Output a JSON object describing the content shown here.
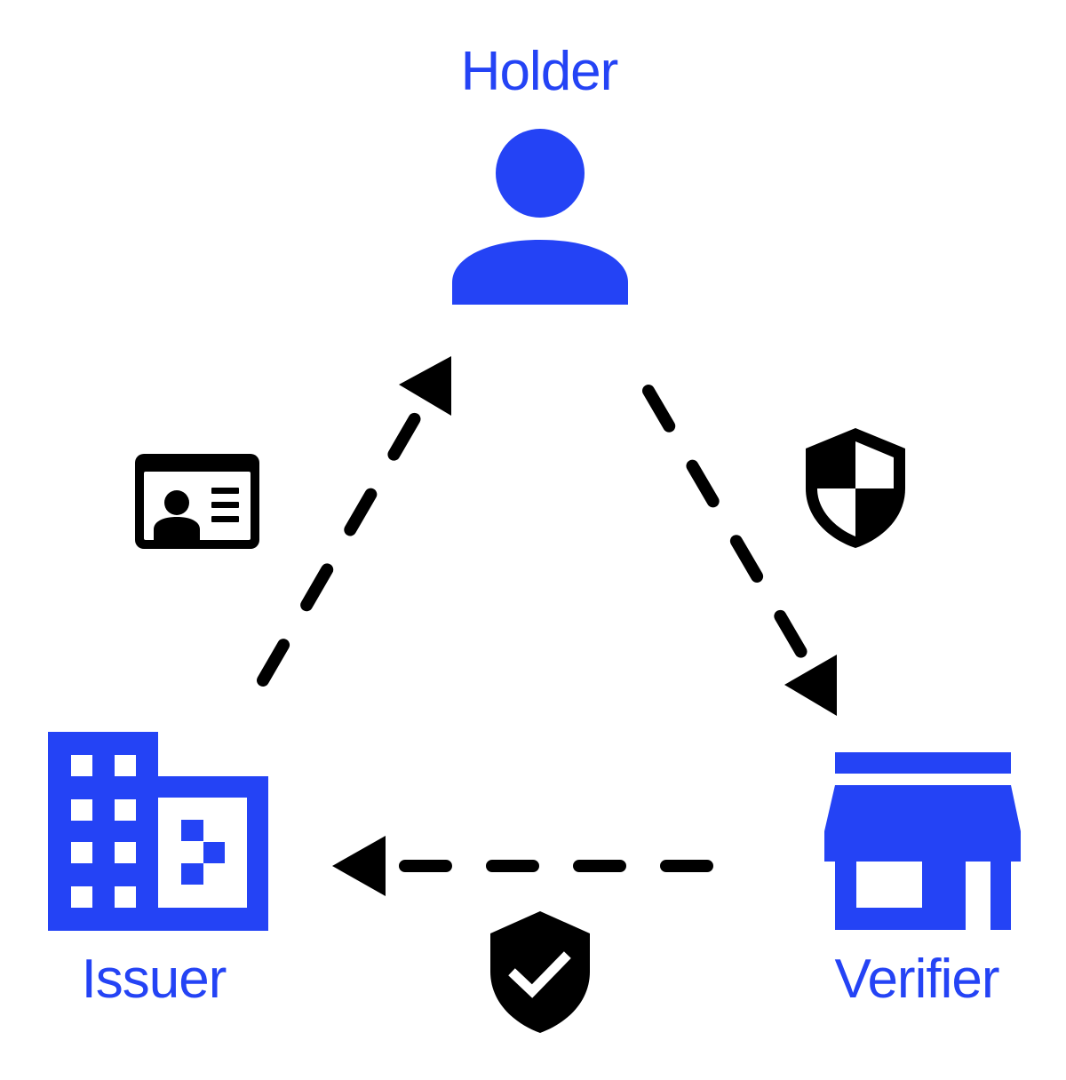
{
  "colors": {
    "accent": "#2443f5",
    "ink": "#000000",
    "background": "#ffffff"
  },
  "nodes": {
    "holder": {
      "label": "Holder",
      "icon": "person-icon"
    },
    "issuer": {
      "label": "Issuer",
      "icon": "office-building-icon"
    },
    "verifier": {
      "label": "Verifier",
      "icon": "storefront-icon"
    }
  },
  "edges": [
    {
      "from": "issuer",
      "to": "holder",
      "style": "dashed-arrow",
      "icon": "id-card-icon"
    },
    {
      "from": "holder",
      "to": "verifier",
      "style": "dashed-arrow",
      "icon": "shield-half-icon"
    },
    {
      "from": "verifier",
      "to": "issuer",
      "style": "dashed-arrow",
      "icon": "shield-check-icon"
    }
  ]
}
